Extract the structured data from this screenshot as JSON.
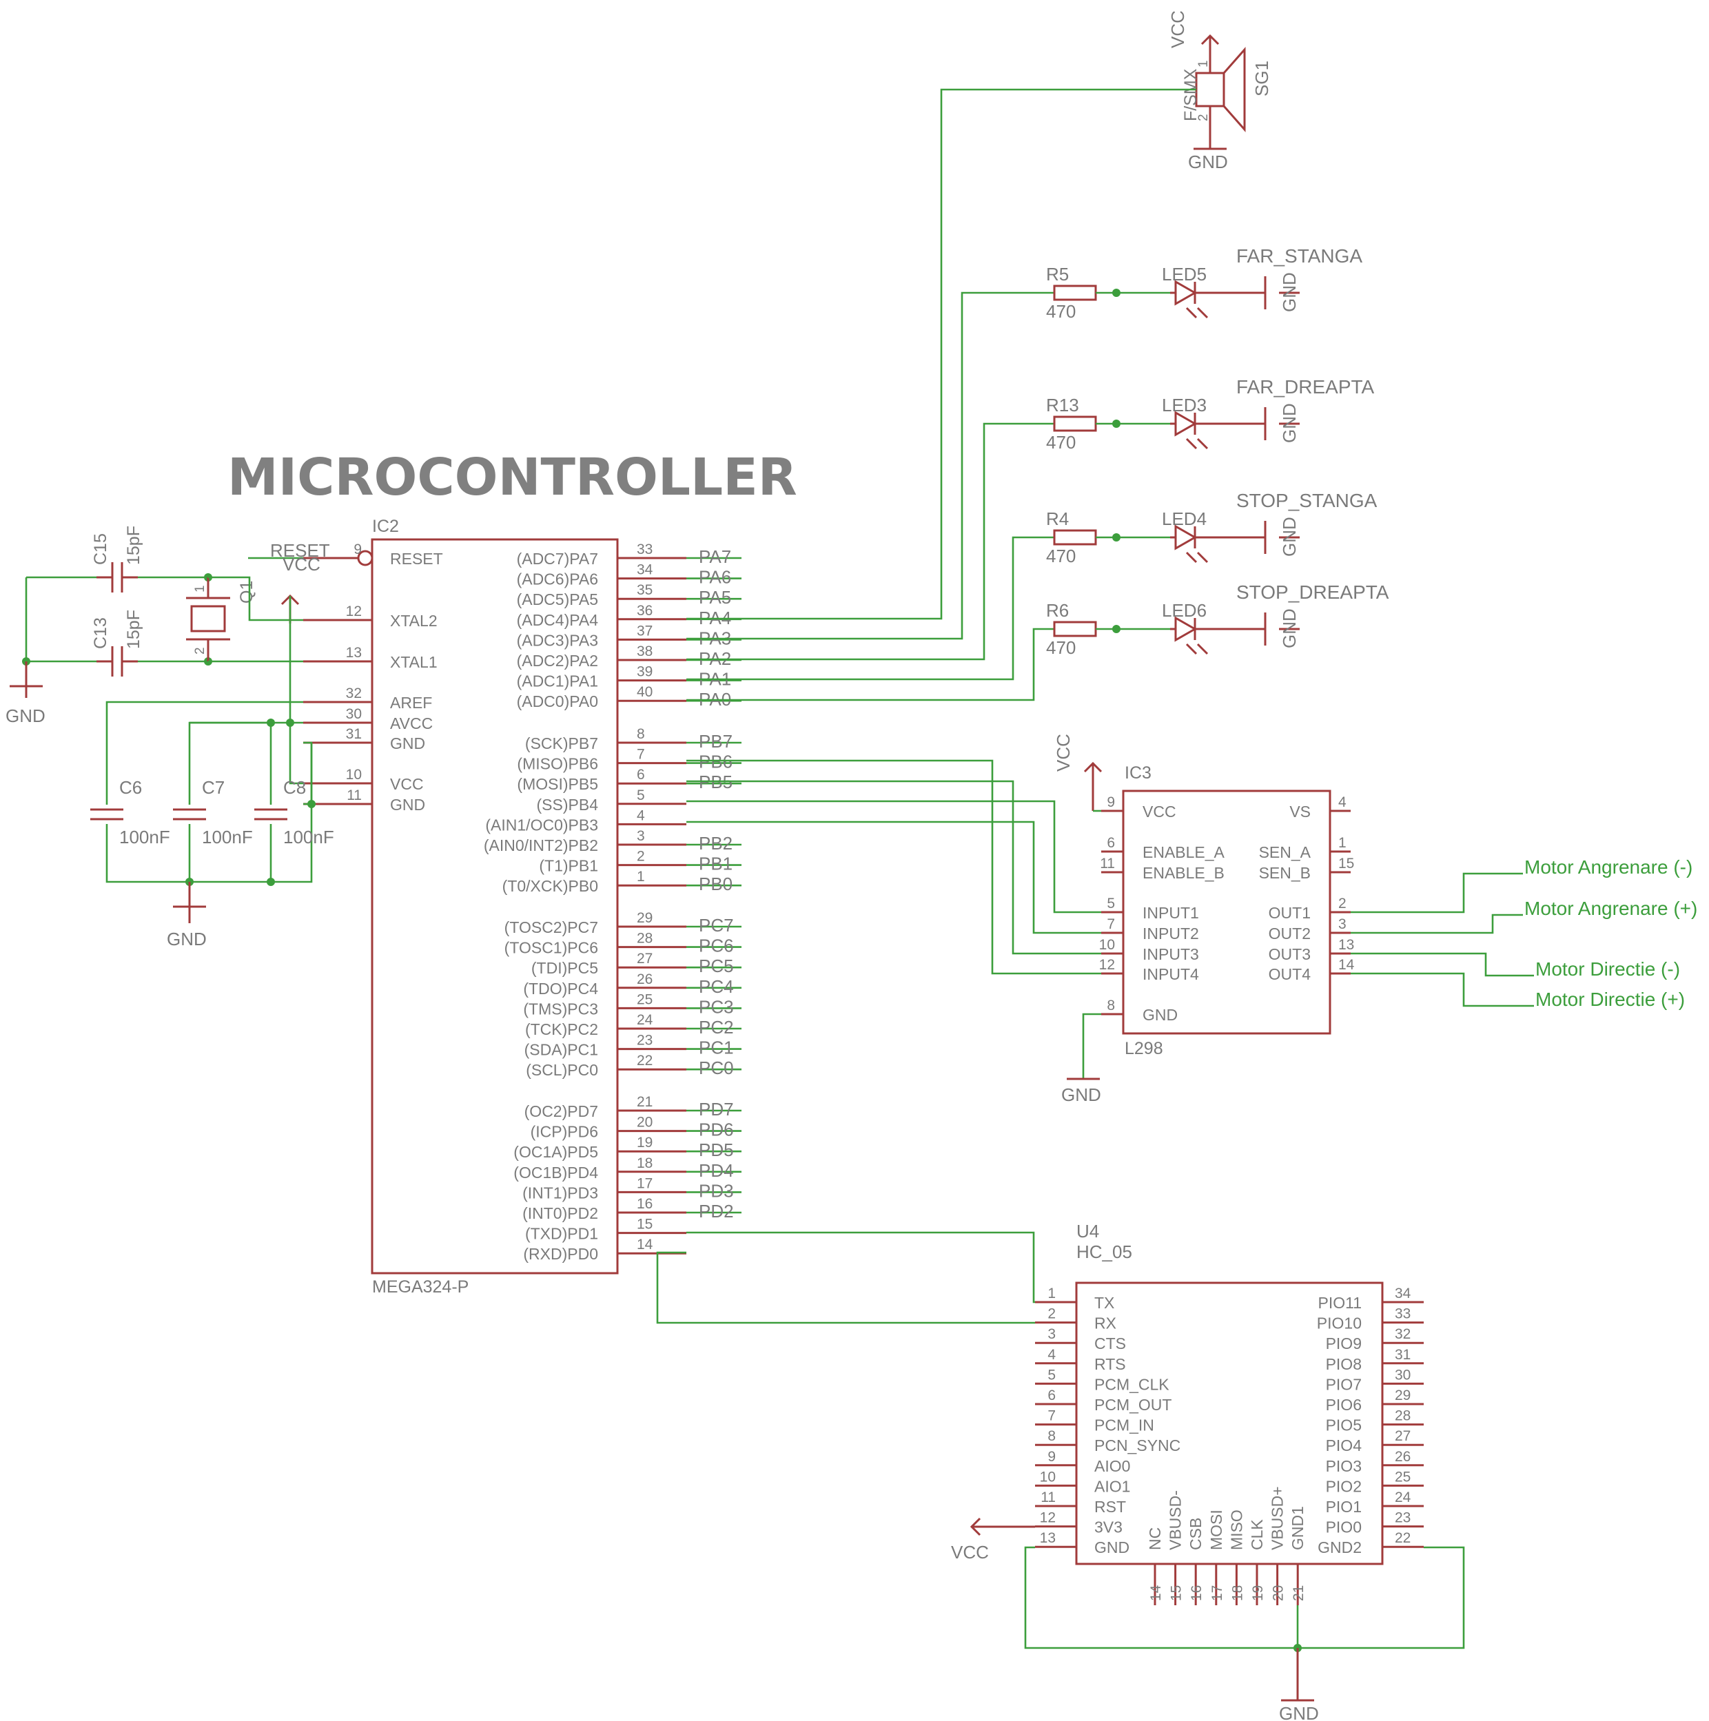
{
  "title": "MICROCONTROLLER",
  "mcu": {
    "ref": "IC2",
    "value": "MEGA324-P",
    "left": [
      {
        "n": "9",
        "label": "RESET"
      },
      {
        "n": "12",
        "label": "XTAL2"
      },
      {
        "n": "13",
        "label": "XTAL1"
      },
      {
        "n": "32",
        "label": "AREF"
      },
      {
        "n": "30",
        "label": "AVCC"
      },
      {
        "n": "31",
        "label": "GND"
      },
      {
        "n": "10",
        "label": "VCC"
      },
      {
        "n": "11",
        "label": "GND"
      }
    ],
    "right": [
      {
        "n": "33",
        "label": "(ADC7)PA7",
        "net": "PA7"
      },
      {
        "n": "34",
        "label": "(ADC6)PA6",
        "net": "PA6"
      },
      {
        "n": "35",
        "label": "(ADC5)PA5",
        "net": "PA5"
      },
      {
        "n": "36",
        "label": "(ADC4)PA4",
        "net": "PA4"
      },
      {
        "n": "37",
        "label": "(ADC3)PA3",
        "net": "PA3"
      },
      {
        "n": "38",
        "label": "(ADC2)PA2",
        "net": "PA2"
      },
      {
        "n": "39",
        "label": "(ADC1)PA1",
        "net": "PA1"
      },
      {
        "n": "40",
        "label": "(ADC0)PA0",
        "net": "PA0"
      },
      {
        "n": "8",
        "label": "(SCK)PB7",
        "net": "PB7"
      },
      {
        "n": "7",
        "label": "(MISO)PB6",
        "net": "PB6"
      },
      {
        "n": "6",
        "label": "(MOSI)PB5",
        "net": "PB5"
      },
      {
        "n": "5",
        "label": "(SS)PB4",
        "net": ""
      },
      {
        "n": "4",
        "label": "(AIN1/OC0)PB3",
        "net": ""
      },
      {
        "n": "3",
        "label": "(AIN0/INT2)PB2",
        "net": "PB2"
      },
      {
        "n": "2",
        "label": "(T1)PB1",
        "net": "PB1"
      },
      {
        "n": "1",
        "label": "(T0/XCK)PB0",
        "net": "PB0"
      },
      {
        "n": "29",
        "label": "(TOSC2)PC7",
        "net": "PC7"
      },
      {
        "n": "28",
        "label": "(TOSC1)PC6",
        "net": "PC6"
      },
      {
        "n": "27",
        "label": "(TDI)PC5",
        "net": "PC5"
      },
      {
        "n": "26",
        "label": "(TDO)PC4",
        "net": "PC4"
      },
      {
        "n": "25",
        "label": "(TMS)PC3",
        "net": "PC3"
      },
      {
        "n": "24",
        "label": "(TCK)PC2",
        "net": "PC2"
      },
      {
        "n": "23",
        "label": "(SDA)PC1",
        "net": "PC1"
      },
      {
        "n": "22",
        "label": "(SCL)PC0",
        "net": "PC0"
      },
      {
        "n": "21",
        "label": "(OC2)PD7",
        "net": "PD7"
      },
      {
        "n": "20",
        "label": "(ICP)PD6",
        "net": "PD6"
      },
      {
        "n": "19",
        "label": "(OC1A)PD5",
        "net": "PD5"
      },
      {
        "n": "18",
        "label": "(OC1B)PD4",
        "net": "PD4"
      },
      {
        "n": "17",
        "label": "(INT1)PD3",
        "net": "PD3"
      },
      {
        "n": "16",
        "label": "(INT0)PD2",
        "net": "PD2"
      },
      {
        "n": "15",
        "label": "(TXD)PD1",
        "net": ""
      },
      {
        "n": "14",
        "label": "(RXD)PD0",
        "net": ""
      }
    ]
  },
  "caps": [
    {
      "ref": "C15",
      "value": "15pF"
    },
    {
      "ref": "C13",
      "value": "15pF"
    },
    {
      "ref": "C6",
      "value": "100nF"
    },
    {
      "ref": "C7",
      "value": "100nF"
    },
    {
      "ref": "C8",
      "value": "100nF"
    }
  ],
  "crystal": {
    "ref": "Q1",
    "p1": "1",
    "p2": "2"
  },
  "buzzer": {
    "ref": "SG1",
    "value": "F/SMX",
    "p1": "1",
    "p2": "2"
  },
  "leds": [
    {
      "r": "R5",
      "rv": "470",
      "led": "LED5",
      "name": "FAR_STANGA"
    },
    {
      "r": "R13",
      "rv": "470",
      "led": "LED3",
      "name": "FAR_DREAPTA"
    },
    {
      "r": "R4",
      "rv": "470",
      "led": "LED4",
      "name": "STOP_STANGA"
    },
    {
      "r": "R6",
      "rv": "470",
      "led": "LED6",
      "name": "STOP_DREAPTA"
    }
  ],
  "driver": {
    "ref": "IC3",
    "value": "L298",
    "left": [
      {
        "n": "9",
        "label": "VCC"
      },
      {
        "n": "6",
        "label": "ENABLE_A"
      },
      {
        "n": "11",
        "label": "ENABLE_B"
      },
      {
        "n": "5",
        "label": "INPUT1"
      },
      {
        "n": "7",
        "label": "INPUT2"
      },
      {
        "n": "10",
        "label": "INPUT3"
      },
      {
        "n": "12",
        "label": "INPUT4"
      },
      {
        "n": "8",
        "label": "GND"
      }
    ],
    "right": [
      {
        "n": "4",
        "label": "VS"
      },
      {
        "n": "1",
        "label": "SEN_A"
      },
      {
        "n": "15",
        "label": "SEN_B"
      },
      {
        "n": "2",
        "label": "OUT1"
      },
      {
        "n": "3",
        "label": "OUT2"
      },
      {
        "n": "13",
        "label": "OUT3"
      },
      {
        "n": "14",
        "label": "OUT4"
      }
    ],
    "motors": [
      "Motor Angrenare (-)",
      "Motor Angrenare (+)",
      "Motor Directie (-)",
      "Motor Directie (+)"
    ]
  },
  "bt": {
    "ref": "U4",
    "value": "HC_05",
    "left": [
      {
        "n": "1",
        "label": "TX"
      },
      {
        "n": "2",
        "label": "RX"
      },
      {
        "n": "3",
        "label": "CTS"
      },
      {
        "n": "4",
        "label": "RTS"
      },
      {
        "n": "5",
        "label": "PCM_CLK"
      },
      {
        "n": "6",
        "label": "PCM_OUT"
      },
      {
        "n": "7",
        "label": "PCM_IN"
      },
      {
        "n": "8",
        "label": "PCN_SYNC"
      },
      {
        "n": "9",
        "label": "AIO0"
      },
      {
        "n": "10",
        "label": "AIO1"
      },
      {
        "n": "11",
        "label": "RST"
      },
      {
        "n": "12",
        "label": "3V3"
      },
      {
        "n": "13",
        "label": "GND"
      }
    ],
    "right": [
      {
        "n": "34",
        "label": "PIO11"
      },
      {
        "n": "33",
        "label": "PIO10"
      },
      {
        "n": "32",
        "label": "PIO9"
      },
      {
        "n": "31",
        "label": "PIO8"
      },
      {
        "n": "30",
        "label": "PIO7"
      },
      {
        "n": "29",
        "label": "PIO6"
      },
      {
        "n": "28",
        "label": "PIO5"
      },
      {
        "n": "27",
        "label": "PIO4"
      },
      {
        "n": "26",
        "label": "PIO3"
      },
      {
        "n": "25",
        "label": "PIO2"
      },
      {
        "n": "24",
        "label": "PIO1"
      },
      {
        "n": "23",
        "label": "PIO0"
      },
      {
        "n": "22",
        "label": "GND2"
      }
    ],
    "bottom": [
      {
        "n": "14",
        "label": "NC"
      },
      {
        "n": "15",
        "label": "VBUSD-"
      },
      {
        "n": "16",
        "label": "CSB"
      },
      {
        "n": "17",
        "label": "MOSI"
      },
      {
        "n": "18",
        "label": "MISO"
      },
      {
        "n": "19",
        "label": "CLK"
      },
      {
        "n": "20",
        "label": "VBUSD+"
      },
      {
        "n": "21",
        "label": "GND1"
      }
    ]
  },
  "supply": {
    "vcc": "VCC",
    "gnd": "GND",
    "reset": "RESET"
  }
}
